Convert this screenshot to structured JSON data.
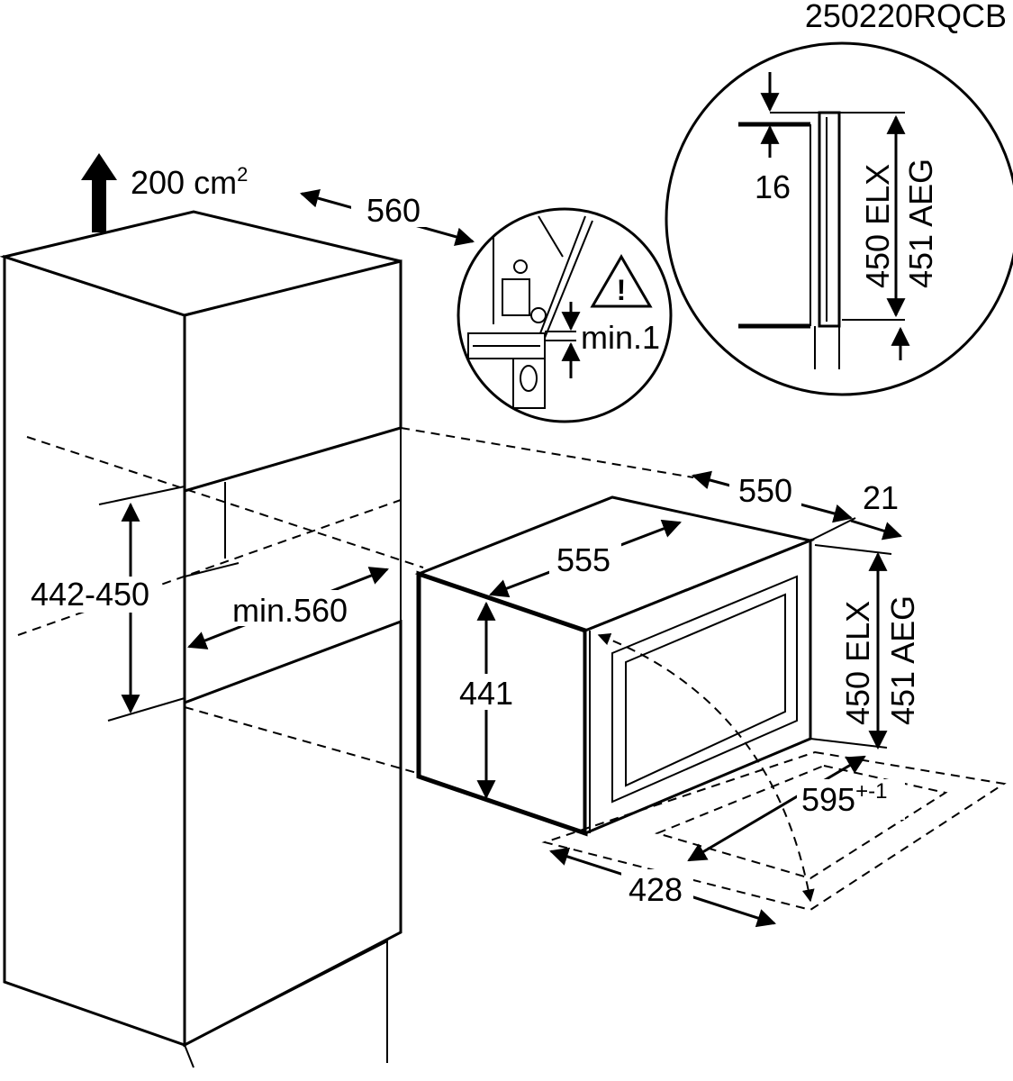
{
  "diagram": {
    "code": "250220RQCB",
    "ventilation": {
      "value": "200 cm",
      "sup": "2"
    },
    "dims": {
      "top_depth": "560",
      "niche_height": "442-450",
      "niche_depth_min": "min.560",
      "appliance_depth": "550",
      "front_thickness": "21",
      "body_depth": "555",
      "body_height": "441",
      "front_height_elx": "450 ELX",
      "front_height_aeg": "451 AEG",
      "front_width": "595",
      "front_width_tol": "+-1",
      "body_width": "428",
      "detail_gap": "16",
      "detail_height_elx": "450 ELX",
      "detail_height_aeg": "451 AEG",
      "detail_min": "min.1"
    },
    "warning_icon": "warning-triangle-icon",
    "colors": {
      "line": "#000000",
      "background": "#ffffff"
    }
  }
}
